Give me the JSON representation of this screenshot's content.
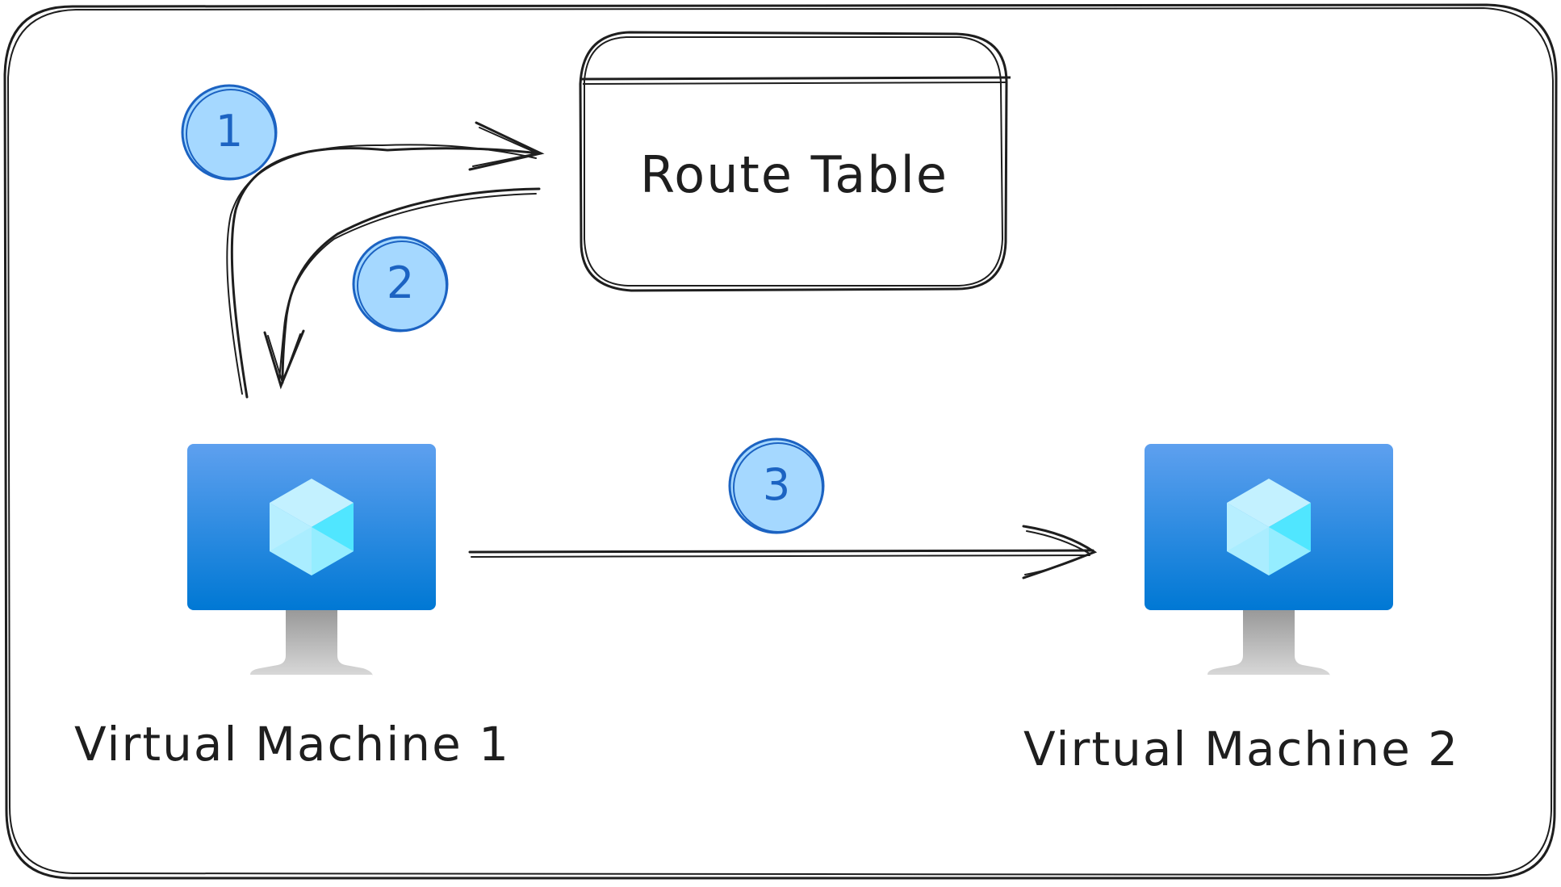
{
  "route_table": {
    "label": "Route Table"
  },
  "machines": [
    {
      "label": "Virtual Machine 1"
    },
    {
      "label": "Virtual Machine 2"
    }
  ],
  "steps": [
    {
      "number": "1"
    },
    {
      "number": "2"
    },
    {
      "number": "3"
    }
  ],
  "colors": {
    "stroke": "#1e1e1e",
    "step_fill": "#a5d8ff",
    "step_stroke": "#1c63c2",
    "monitor_top": "#5ea0ef",
    "monitor_bottom": "#0078d4",
    "stand": "#cccccc"
  },
  "icons": [
    "virtual-machine-icon",
    "cube-icon"
  ]
}
